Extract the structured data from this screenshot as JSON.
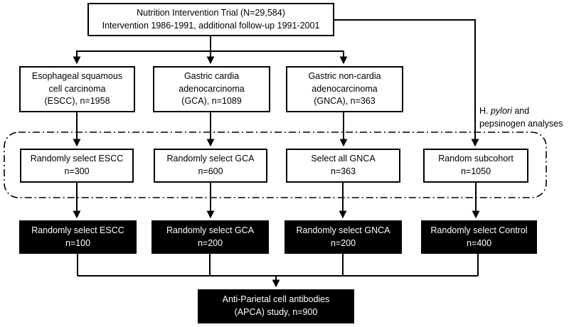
{
  "figure": {
    "background": "#ffffff",
    "ink": "#000000"
  },
  "trial_box": {
    "line1": "Nutrition Intervention Trial (N=29,584)",
    "line2": "Intervention 1986-1991, additional follow-up 1991-2001"
  },
  "diagnosis_boxes": [
    {
      "line1": "Esophageal squamous",
      "line2": "cell carcinoma",
      "line3": "(ESCC), n=1958"
    },
    {
      "line1": "Gastric cardia",
      "line2": "adenocarcinoma",
      "line3": "(GCA), n=1089"
    },
    {
      "line1": "Gastric non-cardia",
      "line2": "adenocarcinoma",
      "line3": "(GNCA), n=363"
    }
  ],
  "analysis_label": {
    "line1_prefix": "H.",
    "line1_italic": "pylori",
    "line1_suffix": "and",
    "line2": "pepsinogen analyses"
  },
  "selection_boxes": [
    {
      "line1": "Randomly select ESCC",
      "line2": "n=300"
    },
    {
      "line1": "Randomly select GCA",
      "line2": "n=600"
    },
    {
      "line1": "Select all GNCA",
      "line2": "n=363"
    },
    {
      "line1": "Random subcohort",
      "line2": "n=1050"
    }
  ],
  "sample_boxes": [
    {
      "line1": "Randomly select ESCC",
      "line2": "n=100"
    },
    {
      "line1": "Randomly select GCA",
      "line2": "n=200"
    },
    {
      "line1": "Randomly select GNCA",
      "line2": "n=200"
    },
    {
      "line1": "Randomly select Control",
      "line2": "n=400"
    }
  ],
  "apca_box": {
    "line1": "Anti-Parietal cell antibodies",
    "line2": "(APCA) study, n=900"
  }
}
